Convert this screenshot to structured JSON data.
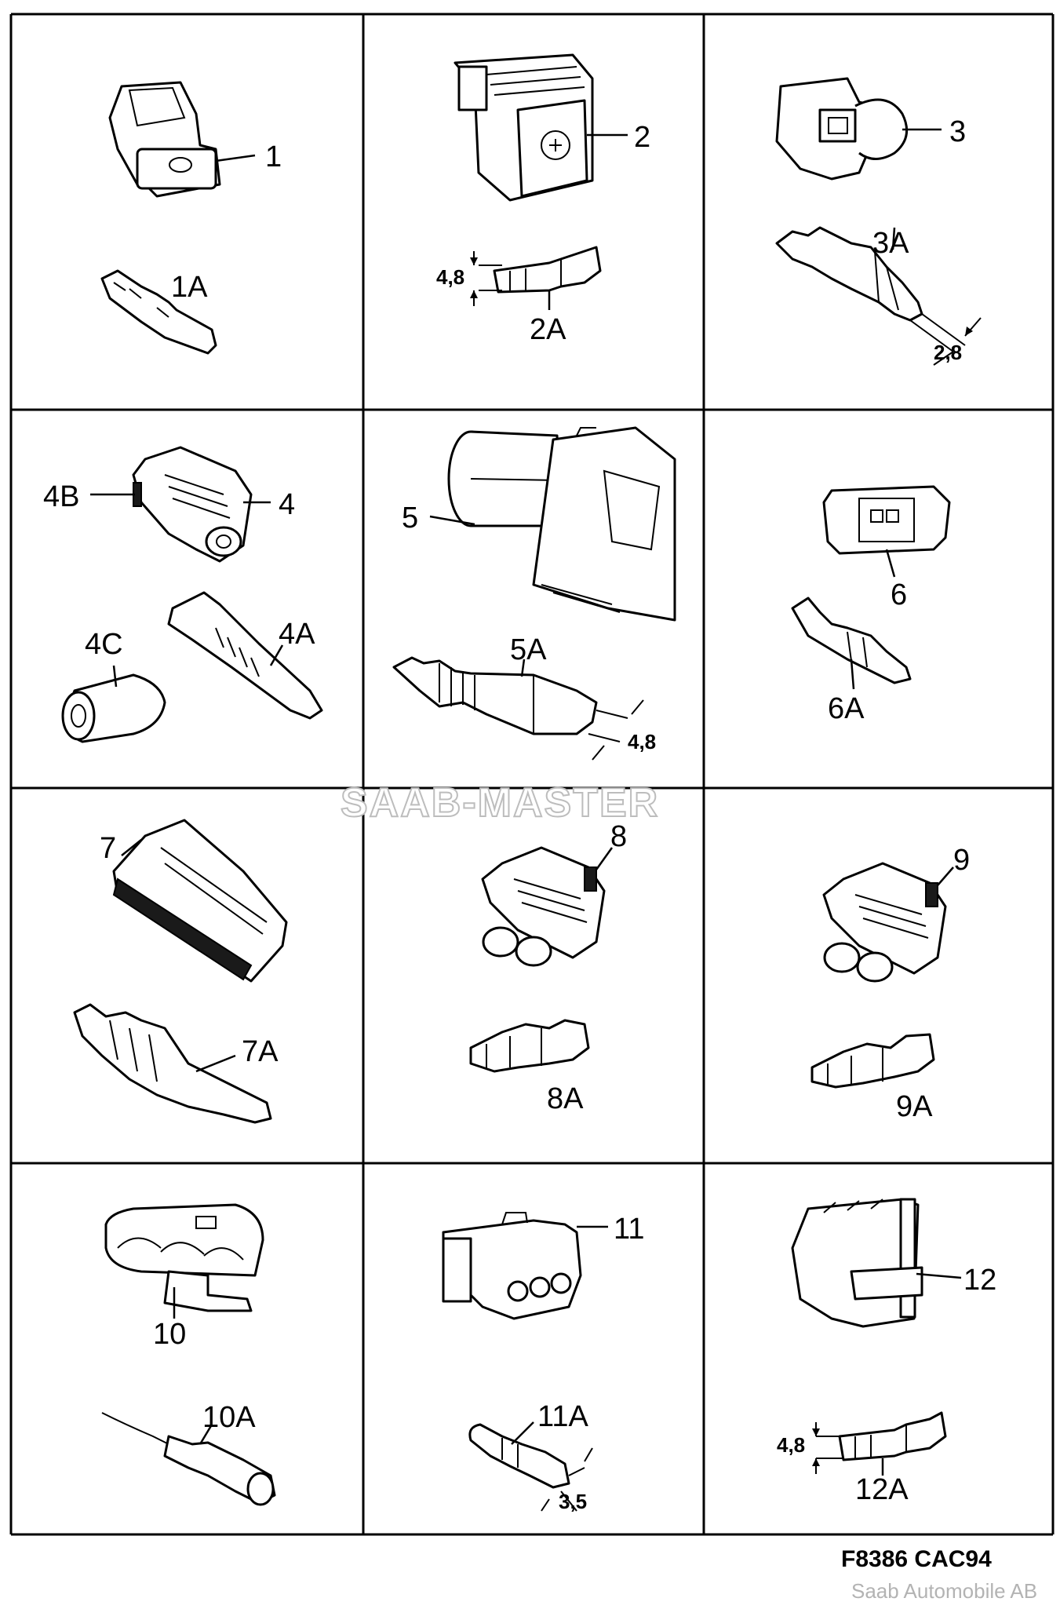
{
  "labels": {
    "p1": "1",
    "p1a": "1A",
    "p2": "2",
    "p2a": "2A",
    "p2dim": "4,8",
    "p3": "3",
    "p3a": "3A",
    "p3dim": "2,8",
    "p4": "4",
    "p4a": "4A",
    "p4b": "4B",
    "p4c": "4C",
    "p5": "5",
    "p5a": "5A",
    "p5dim": "4,8",
    "p6": "6",
    "p6a": "6A",
    "p7": "7",
    "p7a": "7A",
    "p8": "8",
    "p8a": "8A",
    "p9": "9",
    "p9a": "9A",
    "p10": "10",
    "p10a": "10A",
    "p11": "11",
    "p11a": "11A",
    "p11dim": "3,5",
    "p12": "12",
    "p12a": "12A",
    "p12dim": "4,8"
  },
  "watermark": "SAAB-MASTER",
  "reference": "F8386 CAC94",
  "credit": "Saab Automobile AB"
}
